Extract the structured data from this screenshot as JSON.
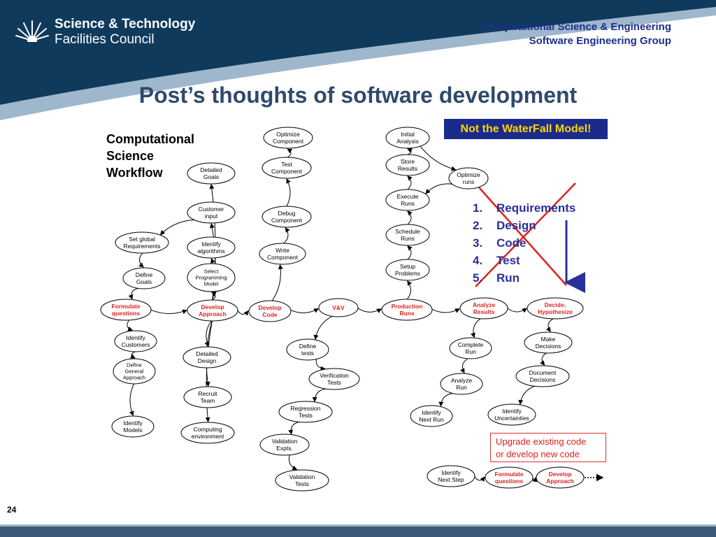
{
  "header": {
    "logo_line1": "Science & Technology",
    "logo_line2": "Facilities Council",
    "group_line1": "Computational Science & Engineering",
    "group_line2": "Software Engineering Group",
    "title": "Post’s thoughts of software development"
  },
  "workflow_title": "Computational Science Workflow",
  "not_waterfall": "Not the WaterFall Model!",
  "waterfall_steps": [
    "Requirements",
    "Design",
    "Code",
    "Test",
    "Run"
  ],
  "upgrade_note": {
    "line1": "Upgrade existing code",
    "line2": "or develop new code"
  },
  "page_number": "24",
  "colors": {
    "banner": "#0f3a5c",
    "title": "#2f4a6b",
    "group_text": "#1b2f8a",
    "box_bg": "#1a2b8c",
    "box_text": "#ffd400",
    "red": "#e02020",
    "blue": "#2b2f9a",
    "footer": "#3d5a7a"
  },
  "nodes": [
    {
      "id": "optimize_component",
      "lines": [
        "Optimize",
        "Component"
      ],
      "red": false
    },
    {
      "id": "test_component",
      "lines": [
        "Test",
        "Component"
      ],
      "red": false
    },
    {
      "id": "debug_component",
      "lines": [
        "Debug",
        "Component"
      ],
      "red": false
    },
    {
      "id": "write_component",
      "lines": [
        "Write",
        "Component"
      ],
      "red": false
    },
    {
      "id": "detailed_goals",
      "lines": [
        "Detailed",
        "Goals"
      ],
      "red": false
    },
    {
      "id": "customer_input",
      "lines": [
        "Customer",
        "input"
      ],
      "red": false
    },
    {
      "id": "identify_algorithms",
      "lines": [
        "Identify",
        "algorithms"
      ],
      "red": false
    },
    {
      "id": "select_programming_model",
      "lines": [
        "Select",
        "Programming",
        "Model"
      ],
      "red": false
    },
    {
      "id": "set_global_requirements",
      "lines": [
        "Set global",
        "Requirements"
      ],
      "red": false
    },
    {
      "id": "define_goals",
      "lines": [
        "Define",
        "Goals"
      ],
      "red": false
    },
    {
      "id": "formulate_questions",
      "lines": [
        "Formulate",
        "questions"
      ],
      "red": true
    },
    {
      "id": "identify_customers",
      "lines": [
        "Identify",
        "Customers"
      ],
      "red": false
    },
    {
      "id": "define_general_approach",
      "lines": [
        "Define",
        "General",
        "Approach"
      ],
      "red": false
    },
    {
      "id": "identify_models",
      "lines": [
        "Identify",
        "Models"
      ],
      "red": false
    },
    {
      "id": "develop_approach",
      "lines": [
        "Develop",
        "Approach"
      ],
      "red": true
    },
    {
      "id": "detailed_design",
      "lines": [
        "Detailed",
        "Design"
      ],
      "red": false
    },
    {
      "id": "recruit_team",
      "lines": [
        "Recruit",
        "Team"
      ],
      "red": false
    },
    {
      "id": "computing_environment",
      "lines": [
        "Computing",
        "environment"
      ],
      "red": false
    },
    {
      "id": "develop_code",
      "lines": [
        "Develop",
        "Code"
      ],
      "red": true
    },
    {
      "id": "vv",
      "lines": [
        "V&V"
      ],
      "red": true
    },
    {
      "id": "define_tests",
      "lines": [
        "Define",
        "tests"
      ],
      "red": false
    },
    {
      "id": "verification_tests",
      "lines": [
        "Verification",
        "Tests"
      ],
      "red": false
    },
    {
      "id": "regression_tests",
      "lines": [
        "Regression",
        "Tests"
      ],
      "red": false
    },
    {
      "id": "validation_expts",
      "lines": [
        "Validation",
        "Expts."
      ],
      "red": false
    },
    {
      "id": "validation_tests",
      "lines": [
        "Validation",
        "Tests"
      ],
      "red": false
    },
    {
      "id": "initial_analysis",
      "lines": [
        "Initial",
        "Analysis"
      ],
      "red": false
    },
    {
      "id": "store_results",
      "lines": [
        "Store",
        "Results"
      ],
      "red": false
    },
    {
      "id": "execute_runs",
      "lines": [
        "Execute",
        "Runs"
      ],
      "red": false
    },
    {
      "id": "schedule_runs",
      "lines": [
        "Schedule",
        "Runs"
      ],
      "red": false
    },
    {
      "id": "setup_problems",
      "lines": [
        "Setup",
        "Problems"
      ],
      "red": false
    },
    {
      "id": "production_runs",
      "lines": [
        "Production",
        "Runs"
      ],
      "red": true
    },
    {
      "id": "optimize_runs",
      "lines": [
        "Optimize",
        "runs"
      ],
      "red": false
    },
    {
      "id": "analyze_results",
      "lines": [
        "Analyze",
        "Results"
      ],
      "red": true
    },
    {
      "id": "complete_run",
      "lines": [
        "Complete",
        "Run"
      ],
      "red": false
    },
    {
      "id": "analyze_run",
      "lines": [
        "Analyze",
        "Run"
      ],
      "red": false
    },
    {
      "id": "identify_next_run",
      "lines": [
        "Identify",
        "Next Run"
      ],
      "red": false
    },
    {
      "id": "decide_hypothesize",
      "lines": [
        "Decide;",
        "Hypothesize"
      ],
      "red": true
    },
    {
      "id": "make_decisions",
      "lines": [
        "Make",
        "Decisions"
      ],
      "red": false
    },
    {
      "id": "document_decisions",
      "lines": [
        "Document",
        "Decisions"
      ],
      "red": false
    },
    {
      "id": "identify_uncertainties",
      "lines": [
        "Identify",
        "Uncertainties"
      ],
      "red": false
    },
    {
      "id": "identify_next_step",
      "lines": [
        "Identify",
        "Next Step"
      ],
      "red": false
    },
    {
      "id": "formulate_questions_2",
      "lines": [
        "Formulate",
        "questions"
      ],
      "red": true
    },
    {
      "id": "develop_approach_2",
      "lines": [
        "Develop",
        "Approach"
      ],
      "red": true
    }
  ],
  "edges": [
    [
      "formulate_questions",
      "develop_approach"
    ],
    [
      "develop_approach",
      "develop_code"
    ],
    [
      "develop_code",
      "vv"
    ],
    [
      "vv",
      "production_runs"
    ],
    [
      "production_runs",
      "analyze_results"
    ],
    [
      "analyze_results",
      "decide_hypothesize"
    ],
    [
      "set_global_requirements",
      "define_goals"
    ],
    [
      "define_goals",
      "formulate_questions"
    ],
    [
      "formulate_questions",
      "identify_customers"
    ],
    [
      "identify_customers",
      "define_general_approach"
    ],
    [
      "define_general_approach",
      "identify_models"
    ],
    [
      "customer_input",
      "set_global_requirements"
    ],
    [
      "develop_approach",
      "detailed_goals"
    ],
    [
      "develop_approach",
      "customer_input"
    ],
    [
      "develop_approach",
      "identify_algorithms"
    ],
    [
      "develop_approach",
      "select_programming_model"
    ],
    [
      "develop_approach",
      "detailed_design"
    ],
    [
      "develop_approach",
      "recruit_team"
    ],
    [
      "develop_approach",
      "computing_environment"
    ],
    [
      "develop_code",
      "write_component"
    ],
    [
      "write_component",
      "debug_component"
    ],
    [
      "debug_component",
      "test_component"
    ],
    [
      "test_component",
      "optimize_component"
    ],
    [
      "vv",
      "define_tests"
    ],
    [
      "define_tests",
      "verification_tests"
    ],
    [
      "verification_tests",
      "regression_tests"
    ],
    [
      "regression_tests",
      "validation_expts"
    ],
    [
      "validation_expts",
      "validation_tests"
    ],
    [
      "production_runs",
      "setup_problems"
    ],
    [
      "setup_problems",
      "schedule_runs"
    ],
    [
      "schedule_runs",
      "execute_runs"
    ],
    [
      "execute_runs",
      "store_results"
    ],
    [
      "store_results",
      "initial_analysis"
    ],
    [
      "initial_analysis",
      "optimize_runs"
    ],
    [
      "optimize_runs",
      "execute_runs"
    ],
    [
      "analyze_results",
      "complete_run"
    ],
    [
      "complete_run",
      "analyze_run"
    ],
    [
      "analyze_run",
      "identify_next_run"
    ],
    [
      "decide_hypothesize",
      "make_decisions"
    ],
    [
      "make_decisions",
      "document_decisions"
    ],
    [
      "document_decisions",
      "identify_uncertainties"
    ],
    [
      "identify_next_step",
      "formulate_questions_2"
    ],
    [
      "formulate_questions_2",
      "develop_approach_2"
    ]
  ]
}
